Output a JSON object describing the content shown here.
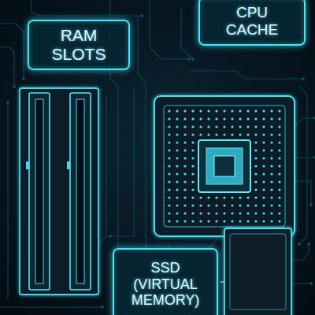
{
  "diagram": {
    "nodes": [
      {
        "text": [
          "RAM SLOTS"
        ]
      },
      {
        "text": [
          "CPU CACHE"
        ]
      },
      {
        "text": [
          "SSD (VIRTUAL MEMORY)"
        ]
      }
    ]
  }
}
